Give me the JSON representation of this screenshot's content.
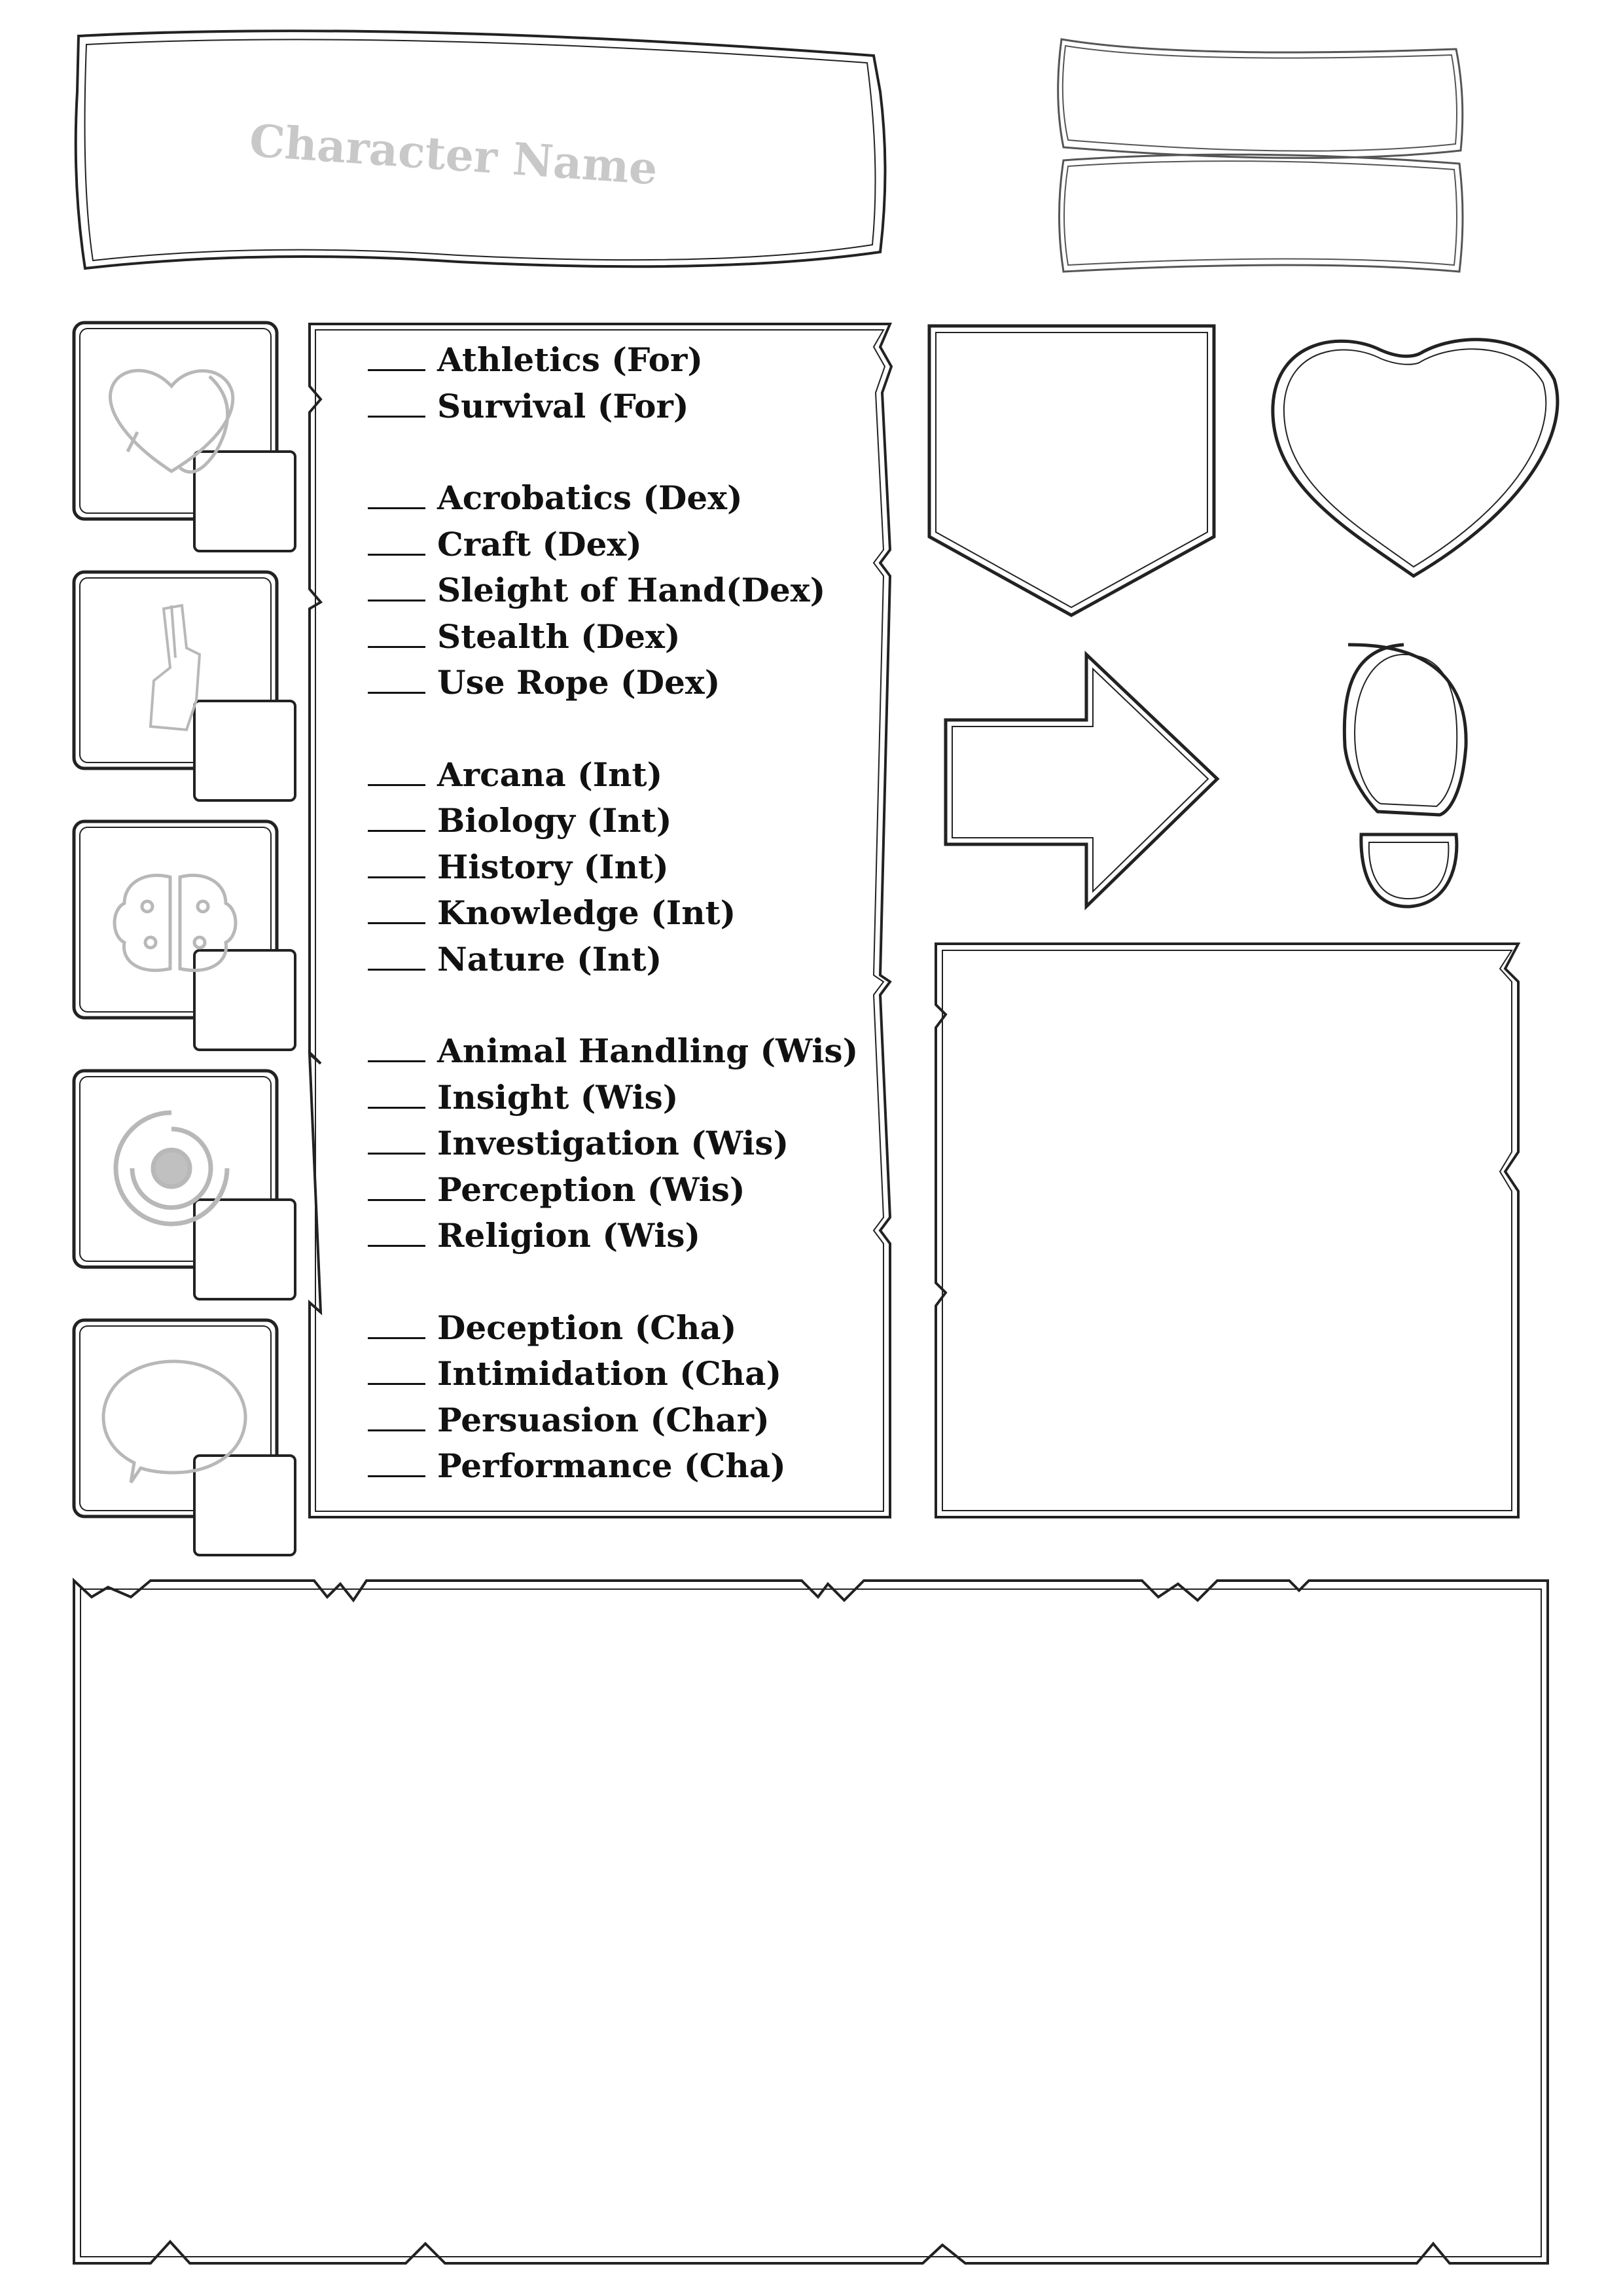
{
  "header": {
    "character_name_placeholder": "Character Name"
  },
  "attributes": [
    {
      "icon": "heart-hook-icon"
    },
    {
      "icon": "crossed-fingers-hand-icon"
    },
    {
      "icon": "brain-icon"
    },
    {
      "icon": "concentric-eye-icon"
    },
    {
      "icon": "speech-bubble-icon"
    }
  ],
  "skills": {
    "groups": [
      {
        "items": [
          "Athletics (For)",
          "Survival (For)"
        ]
      },
      {
        "items": [
          "Acrobatics (Dex)",
          "Craft (Dex)",
          "Sleight of Hand(Dex)",
          "Stealth (Dex)",
          "Use Rope (Dex)"
        ]
      },
      {
        "items": [
          "Arcana (Int)",
          "Biology (Int)",
          "History (Int)",
          "Knowledge (Int)",
          "Nature (Int)"
        ]
      },
      {
        "items": [
          "Animal Handling (Wis)",
          "Insight (Wis)",
          "Investigation (Wis)",
          "Perception (Wis)",
          "Religion (Wis)"
        ]
      },
      {
        "items": [
          "Deception (Cha)",
          "Intimidation (Cha)",
          "Persuasion (Char)",
          "Performance (Cha)"
        ]
      }
    ]
  },
  "stat_icons": [
    "shield-icon",
    "heart-icon",
    "arrow-icon",
    "footprint-icon"
  ],
  "colors": {
    "line": "#222222",
    "icon_gray": "#b8b8b8",
    "placeholder_text": "#c8c8c8"
  }
}
